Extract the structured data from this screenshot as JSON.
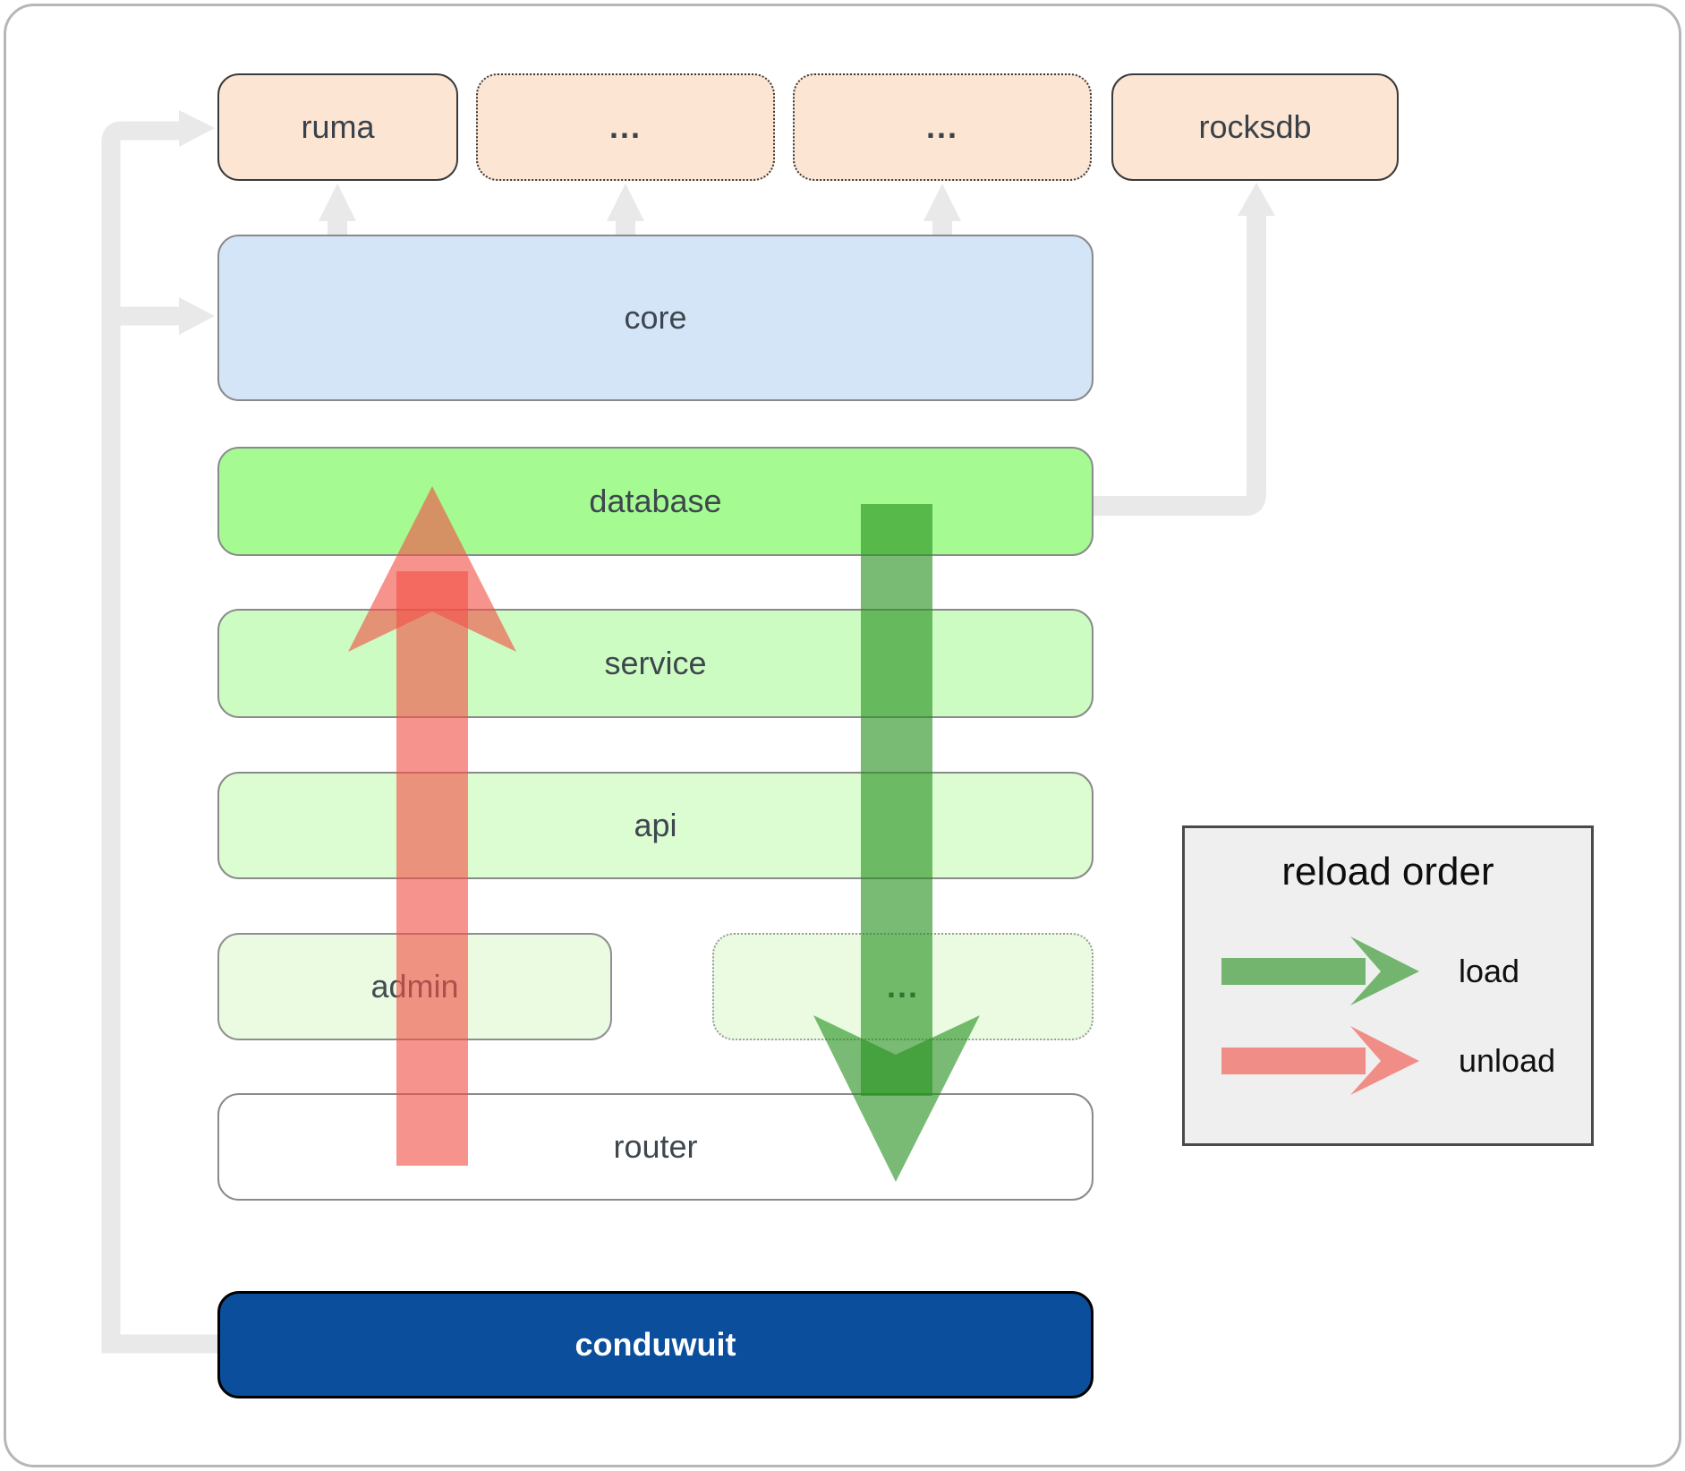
{
  "diagram": {
    "nodes": {
      "ruma": "ruma",
      "top_more_1": "...",
      "top_more_2": "...",
      "rocksdb": "rocksdb",
      "core": "core",
      "database": "database",
      "service": "service",
      "api": "api",
      "admin": "admin",
      "more_modules": "...",
      "router": "router",
      "conduwuit": "conduwuit"
    },
    "colors": {
      "dependency_fill": "#fce5d2",
      "core_fill": "#d5e5f8",
      "database_fill": "#a5fa92",
      "service_fill": "#cdfcc3",
      "api_fill": "#dcfdd2",
      "admin_fill": "#eafbe2",
      "router_fill": "#ffffff",
      "conduwuit_fill": "#0b4e9b",
      "connector_gray": "#e9e9e9",
      "load_green": "#27911f",
      "unload_red": "#f25147"
    }
  },
  "legend": {
    "title": "reload order",
    "items": [
      {
        "label": "load",
        "color": "#27911f"
      },
      {
        "label": "unload",
        "color": "#f25147"
      }
    ]
  }
}
